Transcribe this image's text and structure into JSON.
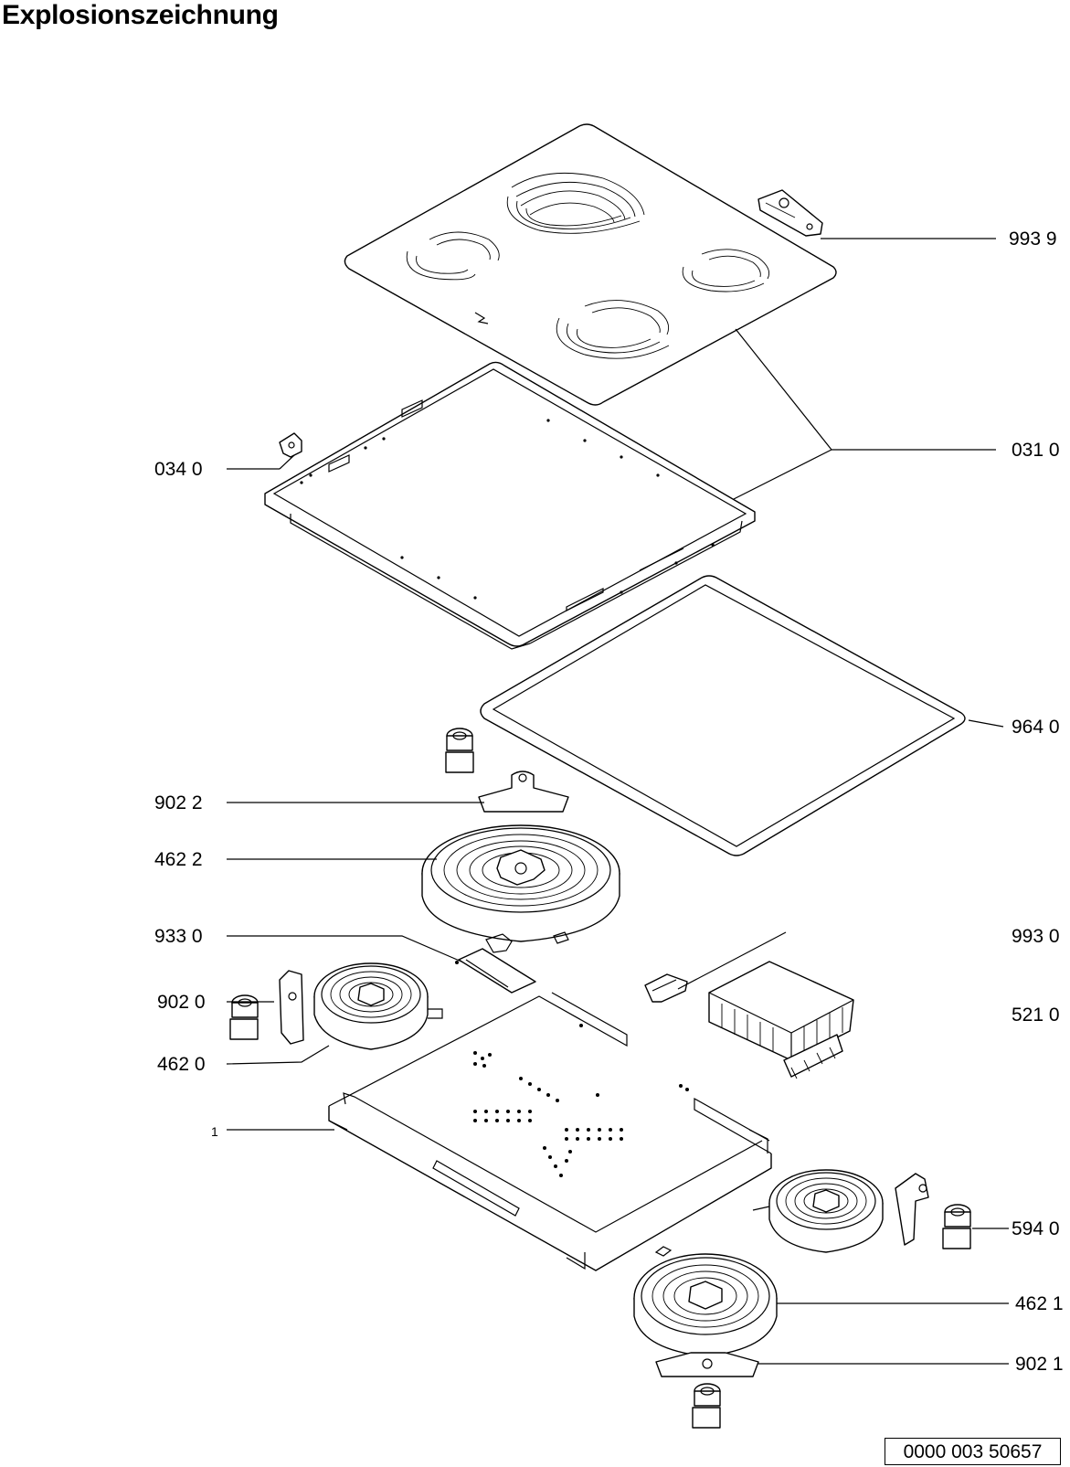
{
  "title": "Explosionszeichnung",
  "document_number": "0000 003 50657",
  "callouts": {
    "c9939": "993 9",
    "c0310": "031 0",
    "c0340": "034 0",
    "c9640": "964 0",
    "c9022": "902 2",
    "c4622": "462 2",
    "c9330": "933 0",
    "c9930": "993 0",
    "c9020": "902 0",
    "c5210": "521 0",
    "c4620": "462 0",
    "c1": "1",
    "c5940": "594 0",
    "c4621": "462 1",
    "c9021": "902 1"
  }
}
